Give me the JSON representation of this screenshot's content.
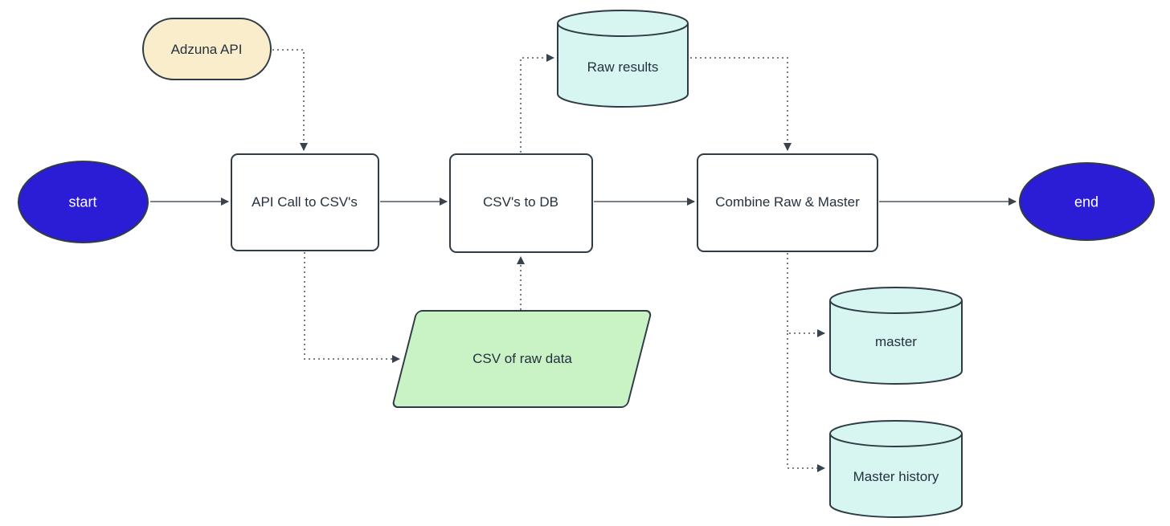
{
  "diagram_type": "flowchart",
  "nodes": {
    "start": {
      "label": "start",
      "shape": "ellipse",
      "fill": "#2b1cd6",
      "text_color": "#ffffff"
    },
    "adzuna_api": {
      "label": "Adzuna API",
      "shape": "rounded-pill",
      "fill": "#faedcb",
      "text_color": "#24313f"
    },
    "api_call": {
      "label": "API Call to CSV's",
      "shape": "rectangle",
      "fill": "#ffffff",
      "text_color": "#24313f"
    },
    "csvs_to_db": {
      "label": "CSV's to DB",
      "shape": "rectangle",
      "fill": "#ffffff",
      "text_color": "#24313f"
    },
    "raw_results": {
      "label": "Raw results",
      "shape": "cylinder",
      "fill": "#d8f6f1",
      "text_color": "#24313f"
    },
    "combine": {
      "label": "Combine Raw & Master",
      "shape": "rectangle",
      "fill": "#ffffff",
      "text_color": "#24313f"
    },
    "end": {
      "label": "end",
      "shape": "ellipse",
      "fill": "#2b1cd6",
      "text_color": "#ffffff"
    },
    "csv_raw": {
      "label": "CSV of raw data",
      "shape": "parallelogram",
      "fill": "#c9f2c5",
      "text_color": "#24313f"
    },
    "master": {
      "label": "master",
      "shape": "cylinder",
      "fill": "#d8f6f1",
      "text_color": "#24313f"
    },
    "master_history": {
      "label": "Master history",
      "shape": "cylinder",
      "fill": "#d8f6f1",
      "text_color": "#24313f"
    }
  },
  "edges": [
    {
      "from": "start",
      "to": "api_call",
      "style": "solid"
    },
    {
      "from": "adzuna_api",
      "to": "api_call",
      "style": "dotted"
    },
    {
      "from": "api_call",
      "to": "csvs_to_db",
      "style": "solid"
    },
    {
      "from": "api_call",
      "to": "csv_raw",
      "style": "dotted"
    },
    {
      "from": "csv_raw",
      "to": "csvs_to_db",
      "style": "dotted"
    },
    {
      "from": "csvs_to_db",
      "to": "raw_results",
      "style": "dotted"
    },
    {
      "from": "raw_results",
      "to": "combine",
      "style": "dotted"
    },
    {
      "from": "csvs_to_db",
      "to": "combine",
      "style": "solid"
    },
    {
      "from": "combine",
      "to": "end",
      "style": "solid"
    },
    {
      "from": "combine",
      "to": "master",
      "style": "dotted"
    },
    {
      "from": "combine",
      "to": "master_history",
      "style": "dotted"
    }
  ],
  "colors": {
    "blue": "#2b1cd6",
    "cream": "#faedcb",
    "cyan": "#d8f6f1",
    "green": "#c9f2c5",
    "border": "#2f3b47",
    "line": "#667078",
    "arrow": "#39434d",
    "text": "#24313f",
    "bg": "#ffffff"
  }
}
